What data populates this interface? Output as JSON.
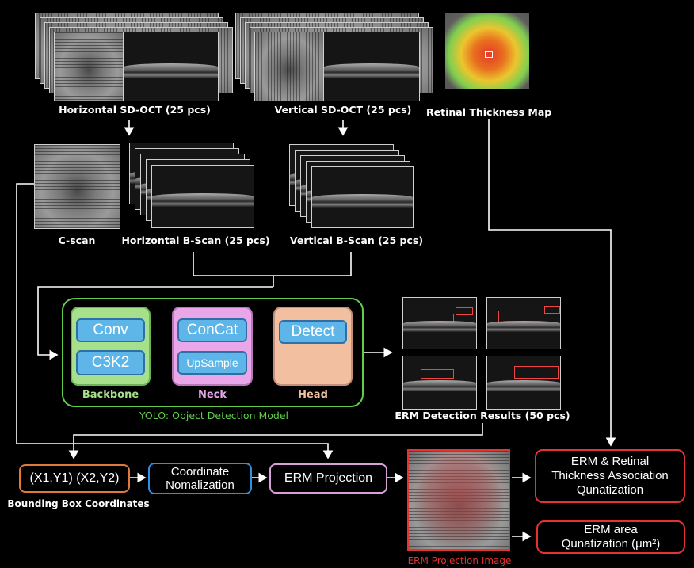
{
  "top": {
    "horizontal_sdoct": "Horizontal SD-OCT (25 pcs)",
    "vertical_sdoct": "Vertical SD-OCT (25 pcs)",
    "thickness_map": "Retinal Thickness Map"
  },
  "middle": {
    "cscan": "C-scan",
    "horizontal_bscan": "Horizontal B-Scan (25 pcs)",
    "vertical_bscan": "Vertical B-Scan (25 pcs)"
  },
  "yolo": {
    "title": "YOLO: Object Detection Model",
    "backbone": {
      "label": "Backbone",
      "blocks": [
        "Conv",
        "C3K2"
      ]
    },
    "neck": {
      "label": "Neck",
      "blocks": [
        "ConCat",
        "UpSample"
      ]
    },
    "head": {
      "label": "Head",
      "blocks": [
        "Detect"
      ]
    }
  },
  "detection": {
    "label": "ERM Detection Results (50 pcs)"
  },
  "bottom": {
    "bbox_coords": "(X1,Y1) (X2,Y2)",
    "bbox_label": "Bounding Box Coordinates",
    "coord_norm_line1": "Coordinate",
    "coord_norm_line2": "Nomalization",
    "erm_projection": "ERM Projection",
    "projection_image_label": "ERM Projection Image",
    "association_line1": "ERM & Retinal",
    "association_line2": "Thickness Association",
    "association_line3": "Qunatization",
    "area_line1": "ERM area",
    "area_line2": "Qunatization (μm²)"
  },
  "colors": {
    "backbone": "#a6e08a",
    "neck": "#e9a6e8",
    "head": "#f2c0a0",
    "yolo_border": "#5fcf4b",
    "block": "#5eb6e8",
    "coord_border": "#2f8fe0",
    "bbox_border": "#e07a3a",
    "proj_border": "#d9a0d8",
    "result_border": "#e53333"
  }
}
